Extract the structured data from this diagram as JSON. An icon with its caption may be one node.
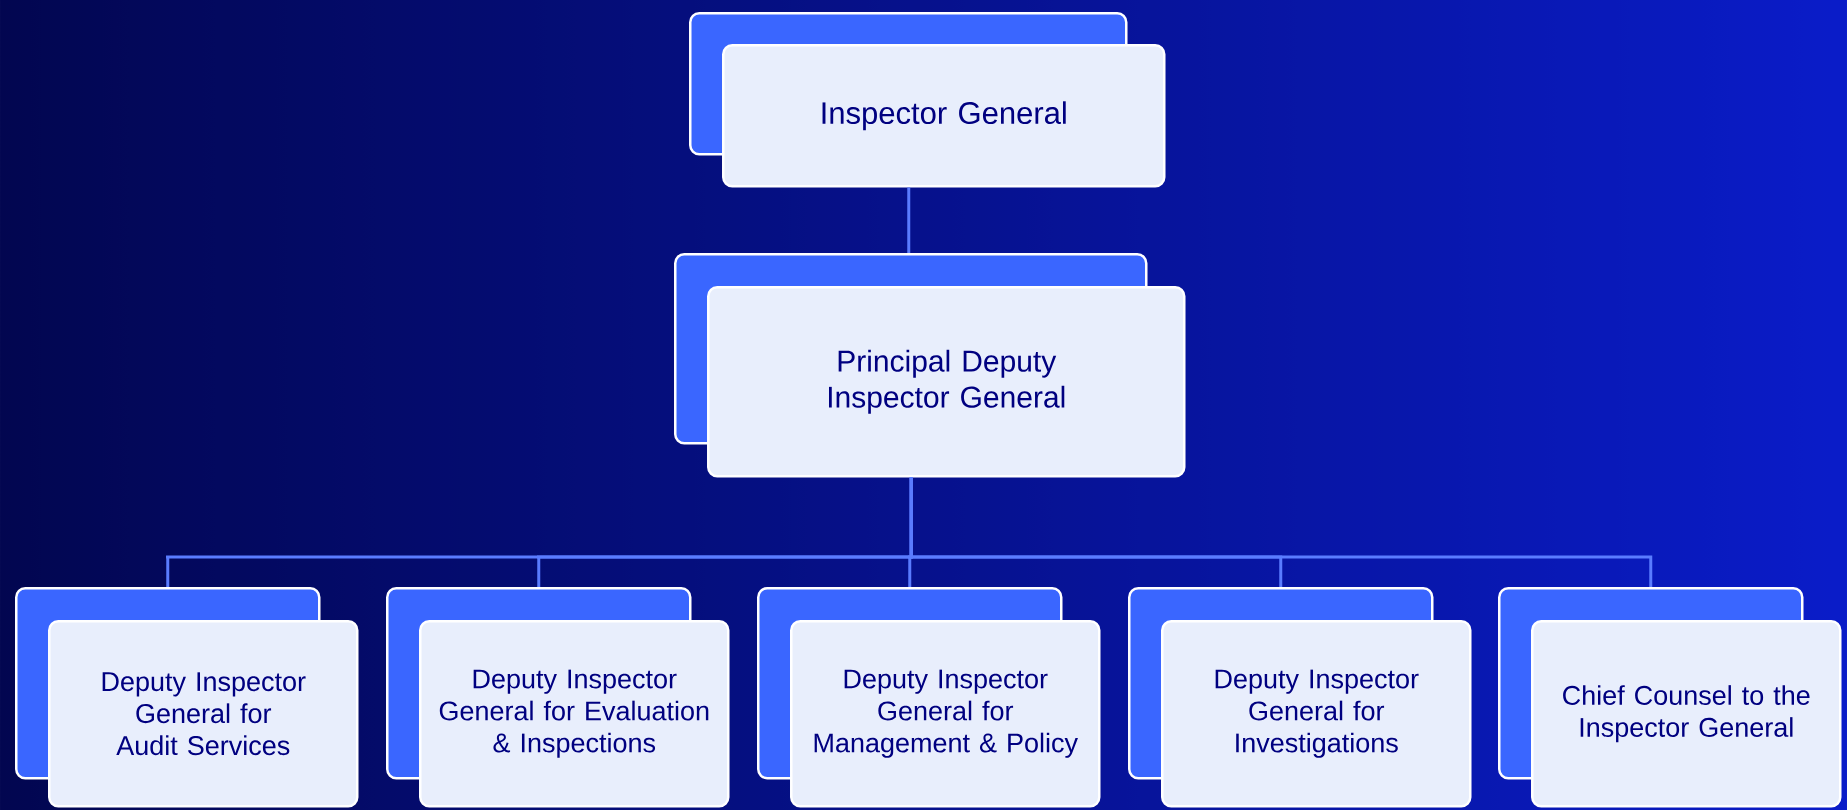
{
  "diagram": {
    "nodes": [
      {
        "text": [
          "Inspector General"
        ]
      },
      {
        "text": [
          "Principal Deputy Inspector General"
        ]
      },
      {
        "text": [
          "Deputy Inspector General for Audit Services"
        ]
      },
      {
        "text": [
          "Deputy Inspector General for Evaluation & Inspections"
        ]
      },
      {
        "text": [
          "Deputy Inspector General for Management & Policy"
        ]
      },
      {
        "text": [
          "Deputy Inspector General for Investigations"
        ]
      },
      {
        "text": [
          "Chief Counsel to the Inspector General"
        ]
      }
    ],
    "edges": [
      {
        "from": 0,
        "to": 1,
        "arrow": "none"
      },
      {
        "from": 1,
        "to": 2,
        "arrow": "none"
      },
      {
        "from": 1,
        "to": 3,
        "arrow": "none"
      },
      {
        "from": 1,
        "to": 4,
        "arrow": "none"
      },
      {
        "from": 1,
        "to": 5,
        "arrow": "none"
      },
      {
        "from": 1,
        "to": 6,
        "arrow": "none"
      }
    ]
  }
}
